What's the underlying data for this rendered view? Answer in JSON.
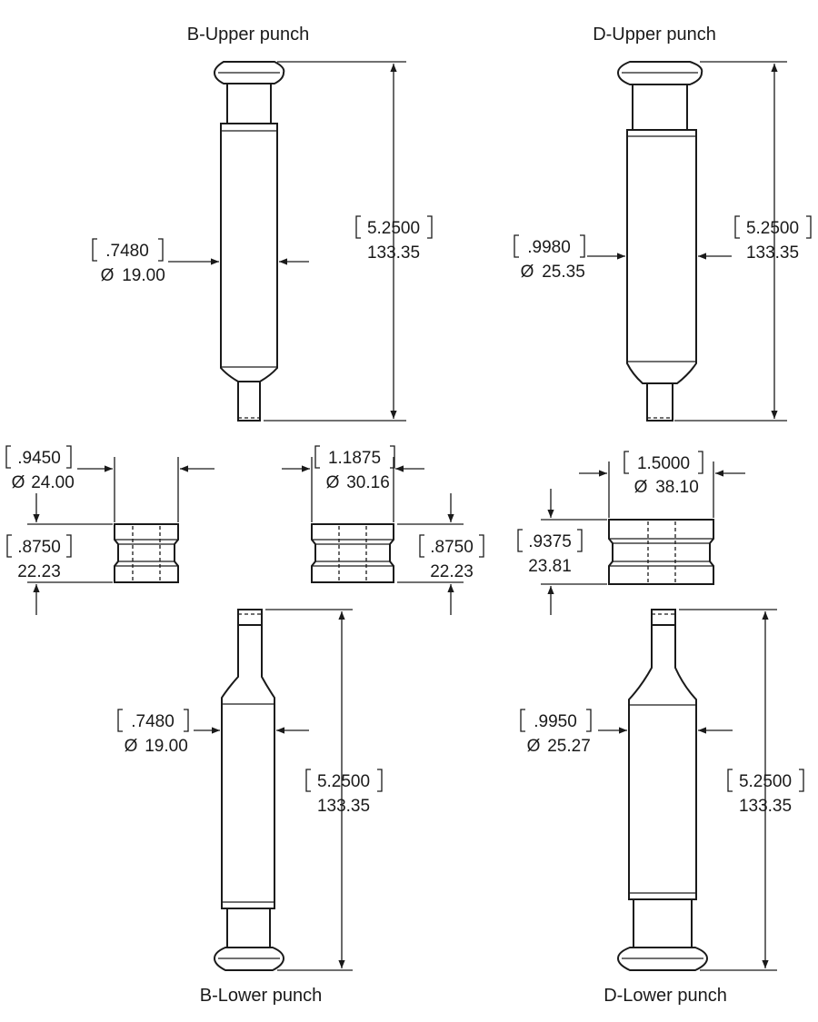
{
  "titles": {
    "b_upper": "B-Upper punch",
    "d_upper": "D-Upper punch",
    "b_lower": "B-Lower punch",
    "d_lower": "D-Lower punch"
  },
  "dims": {
    "b_upper_dia_in": ".7480",
    "b_upper_dia_mm": "19.00",
    "b_upper_len_in": "5.2500",
    "b_upper_len_mm": "133.35",
    "d_upper_dia_in": ".9980",
    "d_upper_dia_mm": "25.35",
    "d_upper_len_in": "5.2500",
    "d_upper_len_mm": "133.35",
    "die1_dia_in": ".9450",
    "die1_dia_mm": "24.00",
    "die1_h_in": ".8750",
    "die1_h_mm": "22.23",
    "die2_dia_in": "1.1875",
    "die2_dia_mm": "30.16",
    "die2_h_in": ".8750",
    "die2_h_mm": "22.23",
    "die3_dia_in": "1.5000",
    "die3_dia_mm": "38.10",
    "die3_h_in": ".9375",
    "die3_h_mm": "23.81",
    "b_lower_dia_in": ".7480",
    "b_lower_dia_mm": "19.00",
    "b_lower_len_in": "5.2500",
    "b_lower_len_mm": "133.35",
    "d_lower_dia_in": ".9950",
    "d_lower_dia_mm": "25.27",
    "d_lower_len_in": "5.2500",
    "d_lower_len_mm": "133.35"
  },
  "symbols": {
    "diameter": "Ø"
  }
}
